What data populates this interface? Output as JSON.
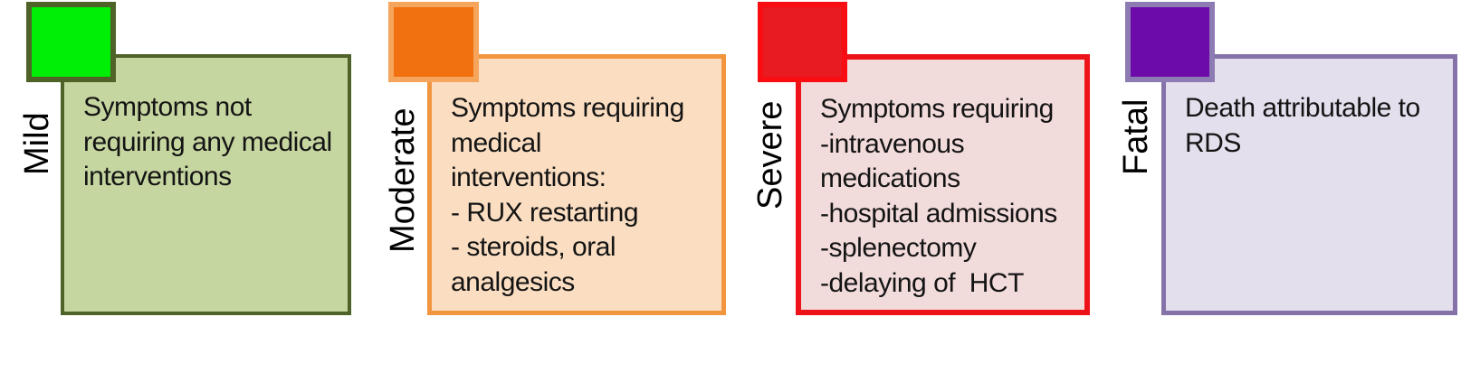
{
  "panels": [
    {
      "label": "Mild",
      "lines": [
        "Symptoms not",
        "requiring any medical",
        "interventions"
      ],
      "colors": {
        "swatch_fill": "#00EF06",
        "swatch_border": "#4F6228",
        "box_fill": "#C6D6A0",
        "box_border": "#4F6228"
      }
    },
    {
      "label": "Moderate",
      "lines": [
        "Symptoms requiring",
        "medical",
        "interventions:",
        "- RUX restarting",
        "- steroids, oral",
        "analgesics"
      ],
      "colors": {
        "swatch_fill": "#F1700F",
        "swatch_border": "#F6A55C",
        "box_fill": "#FBDEC2",
        "box_border": "#F2953F"
      }
    },
    {
      "label": "Severe",
      "lines": [
        "Symptoms requiring",
        "-intravenous",
        "medications",
        "-hospital admissions",
        "-splenectomy",
        "-delaying of  HCT"
      ],
      "colors": {
        "swatch_fill": "#E71B21",
        "swatch_border": "#F70D12",
        "box_fill": "#F2DCDB",
        "box_border": "#EE1318"
      }
    },
    {
      "label": "Fatal",
      "lines": [
        "Death attributable to",
        "RDS"
      ],
      "colors": {
        "swatch_fill": "#6D0BAA",
        "swatch_border": "#8D7BB4",
        "box_fill": "#E3DFEC",
        "box_border": "#8472A8"
      }
    }
  ],
  "text_color": "#141414"
}
